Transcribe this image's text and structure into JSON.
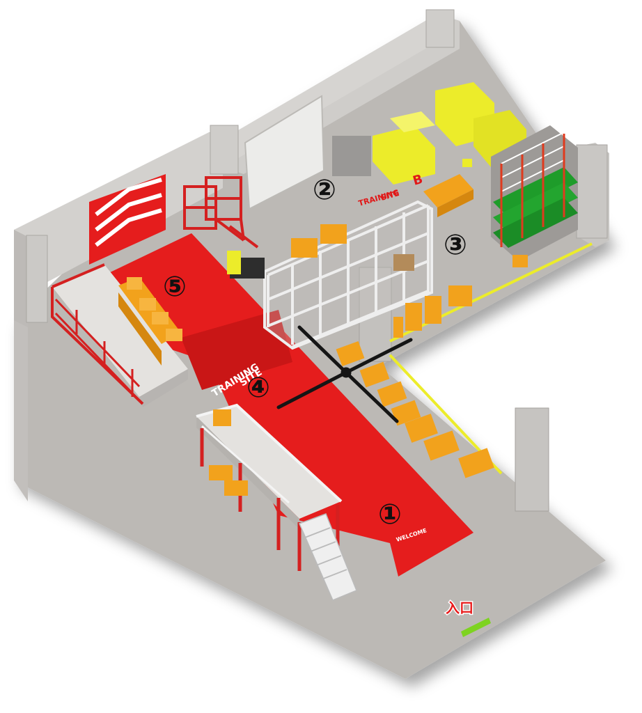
{
  "zones": [
    {
      "id": "zone-1",
      "label": "①"
    },
    {
      "id": "zone-2",
      "label": "②"
    },
    {
      "id": "zone-3",
      "label": "③"
    },
    {
      "id": "zone-4",
      "label": "④"
    },
    {
      "id": "zone-5",
      "label": "⑤"
    }
  ],
  "entrance": {
    "label": "入口"
  },
  "carpet": {
    "welcome_text": "WELCOME",
    "banner_text_1": "TRAINING",
    "banner_text_2": "SITE"
  },
  "wall_sign": {
    "text_1": "TRAINING",
    "text_2": "SITE",
    "logo": "B"
  },
  "colors": {
    "floor": "#b9b6b2",
    "wall": "#cbc9c6",
    "carpet": "#e51d1d",
    "rack_red": "#d42020",
    "box_orange": "#f2a21c",
    "block_yellow": "#ecec2a",
    "rack_green": "#1e9c2a",
    "entrance_green": "#7ed321"
  }
}
